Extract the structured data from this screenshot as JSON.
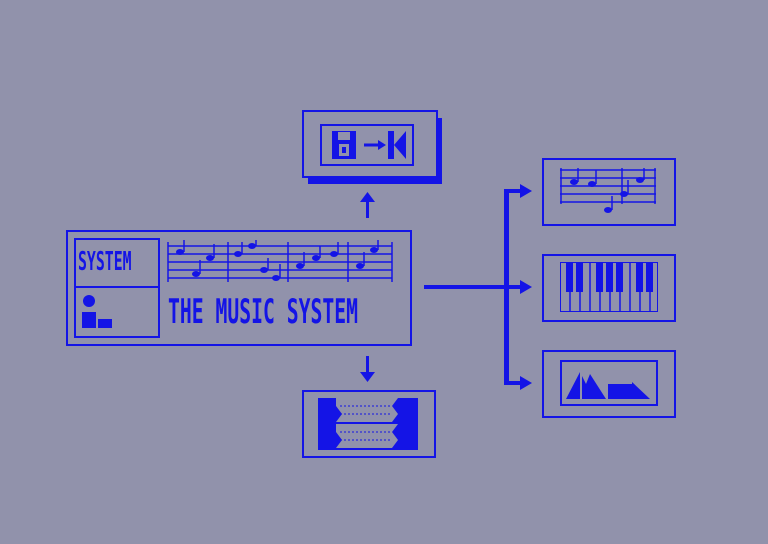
{
  "app": {
    "system_label": "SYSTEM",
    "title": "THE MUSIC SYSTEM"
  },
  "menu": {
    "items": [
      {
        "id": "disk-operations",
        "icon": "disk-to-computer-icon"
      },
      {
        "id": "printer",
        "icon": "printer-icon"
      },
      {
        "id": "editor",
        "icon": "music-score-icon"
      },
      {
        "id": "keyboard",
        "icon": "piano-keyboard-icon"
      },
      {
        "id": "synthesiser",
        "icon": "waveform-icon"
      }
    ]
  },
  "colors": {
    "background": "#9192ab",
    "foreground": "#1414e6"
  }
}
